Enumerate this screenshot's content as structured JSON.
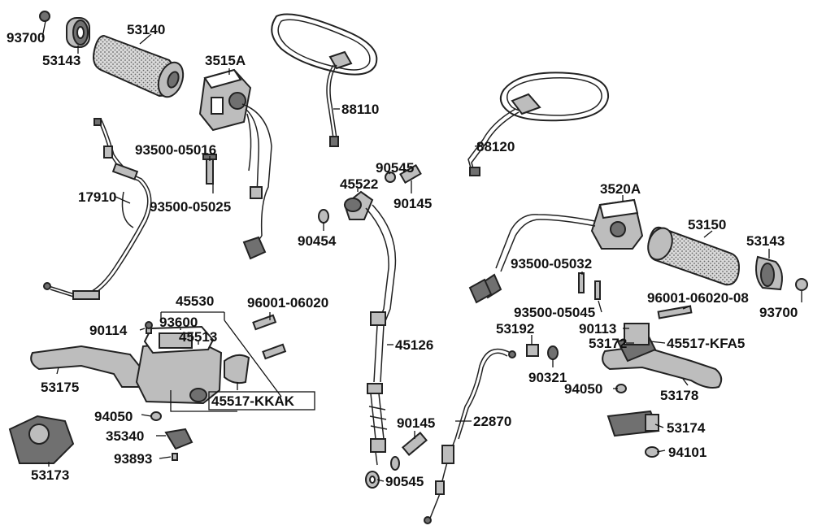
{
  "diagram": {
    "labels": {
      "p93700a": "93700",
      "p53143a": "53143",
      "p53140": "53140",
      "p3515A": "3515A",
      "p88110": "88110",
      "p88120": "88120",
      "p93500_05016": "93500-05016",
      "p17910": "17910",
      "p93500_05025": "93500-05025",
      "p90545a": "90545",
      "p45522": "45522",
      "p90145a": "90145",
      "p90454": "90454",
      "p3520A": "3520A",
      "p53150": "53150",
      "p53143b": "53143",
      "p93700b": "93700",
      "p93500_05032": "93500-05032",
      "p96001_06020_08": "96001-06020-08",
      "p93500_05045": "93500-05045",
      "p90113": "90113",
      "p53192": "53192",
      "p53172": "53172",
      "p45517_KFA5": "45517-KFA5",
      "p45530": "45530",
      "p96001_06020": "96001-06020",
      "p93600": "93600",
      "p90114": "90114",
      "p45513": "45513",
      "p45126": "45126",
      "p90321": "90321",
      "p53175": "53175",
      "p45517_KKAK": "45517-KKAK",
      "p94050a": "94050",
      "p94050b": "94050",
      "p53178": "53178",
      "p35340": "35340",
      "p90145b": "90145",
      "p22870": "22870",
      "p53174": "53174",
      "p53173": "53173",
      "p93893": "93893",
      "p90545b": "90545",
      "p94101": "94101"
    }
  }
}
